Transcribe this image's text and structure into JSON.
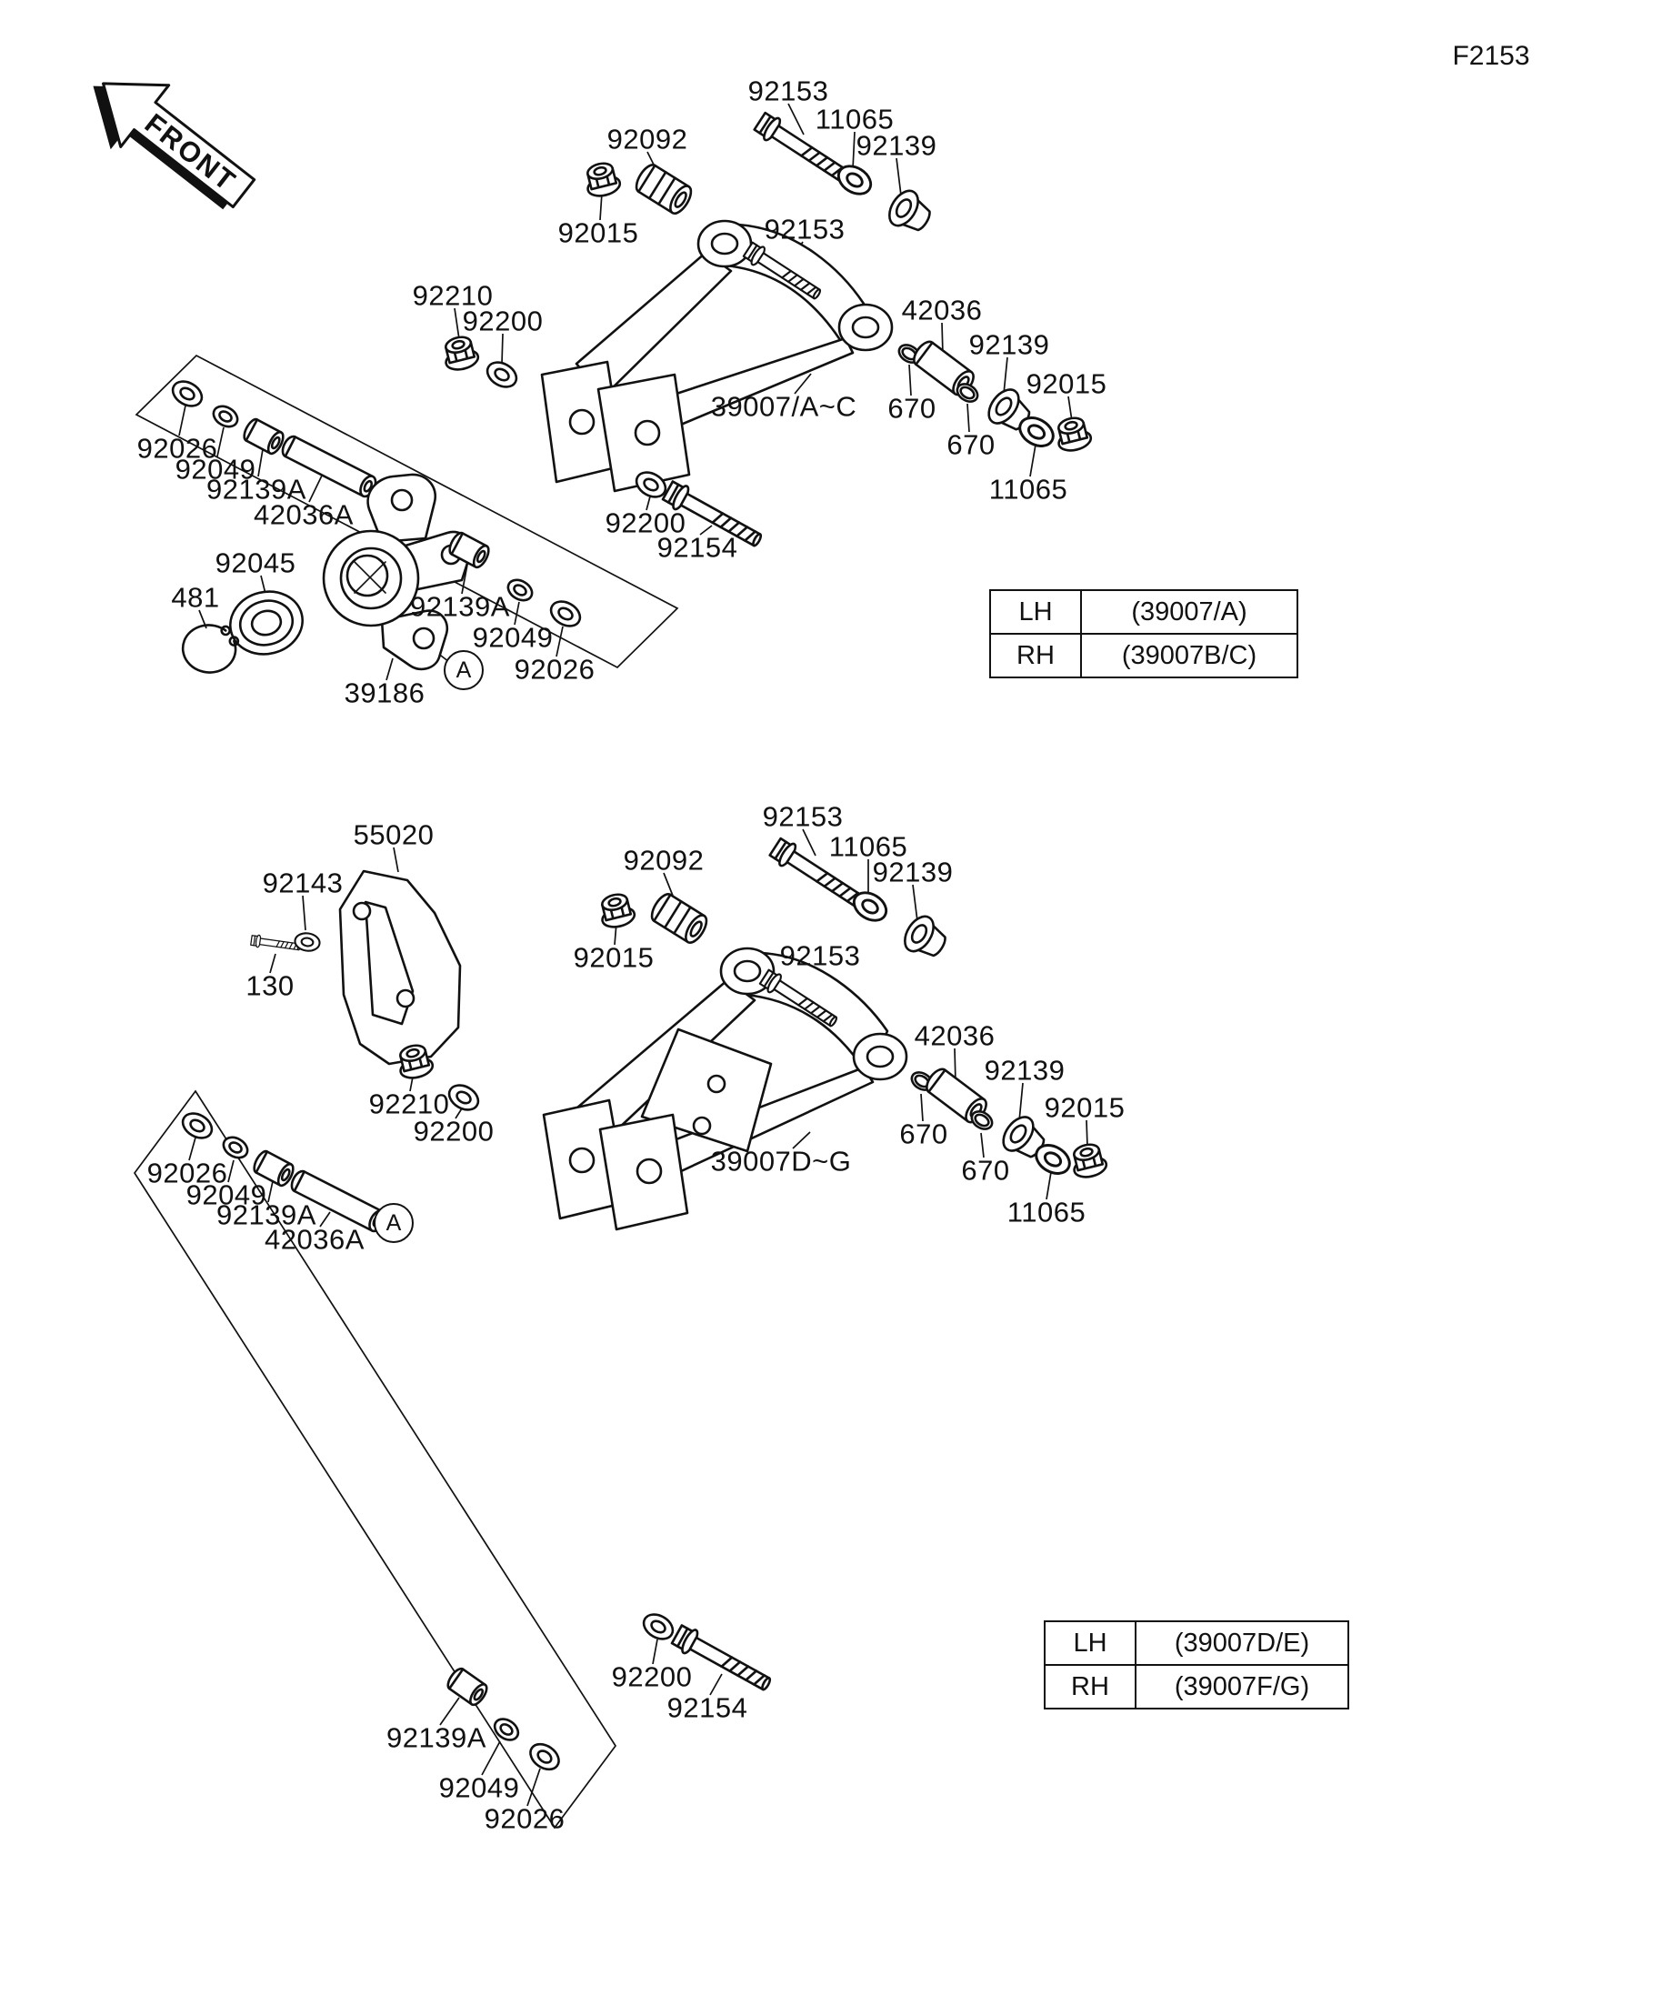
{
  "figure": {
    "code": "F2153",
    "front_label": "FRONT"
  },
  "upper": {
    "labels": {
      "bolt_top": "92153",
      "washer_top": "11065",
      "bushing_rubber": "92092",
      "cup_top": "92139",
      "nut_top": "92015",
      "bolt_mid": "92153",
      "nut_pivot": "92210",
      "washer_pivot": "92200",
      "sleeve": "42036",
      "cup_right": "92139",
      "nut_right": "92015",
      "arm": "39007/A~C",
      "oring_1": "670",
      "oring_2": "670",
      "washer_left": "92026",
      "seal_left": "92049",
      "bushing_left": "92139A",
      "washer_right2": "11065",
      "shaft": "42036A",
      "washer_bolt": "92200",
      "pivot_bolt": "92154",
      "bearing": "92045",
      "circlip": "481",
      "bushing_right": "92139A",
      "seal_right": "92049",
      "washer_right": "92026",
      "knuckle": "39186",
      "marker": "A"
    },
    "table": {
      "rows": [
        {
          "side": "LH",
          "part": "(39007/A)"
        },
        {
          "side": "RH",
          "part": "(39007B/C)"
        }
      ]
    }
  },
  "lower": {
    "labels": {
      "bolt_top": "92153",
      "guard": "55020",
      "washer_top": "11065",
      "bushing_rubber": "92092",
      "cup_top": "92139",
      "guard_washer": "92143",
      "nut_top": "92015",
      "bolt_mid": "92153",
      "guard_bolt": "130",
      "sleeve": "42036",
      "cup_right": "92139",
      "nut_right": "92015",
      "nut_pivot": "92210",
      "washer_pivot": "92200",
      "oring_1": "670",
      "arm": "39007D~G",
      "oring_2": "670",
      "washer_left": "92026",
      "seal_left": "92049",
      "washer_right2": "11065",
      "bushing_left": "92139A",
      "shaft": "42036A",
      "washer_bolt": "92200",
      "pivot_bolt": "92154",
      "bushing_bottom": "92139A",
      "seal_bottom": "92049",
      "washer_bottom": "92026",
      "marker": "A"
    },
    "table": {
      "rows": [
        {
          "side": "LH",
          "part": "(39007D/E)"
        },
        {
          "side": "RH",
          "part": "(39007F/G)"
        }
      ]
    }
  }
}
